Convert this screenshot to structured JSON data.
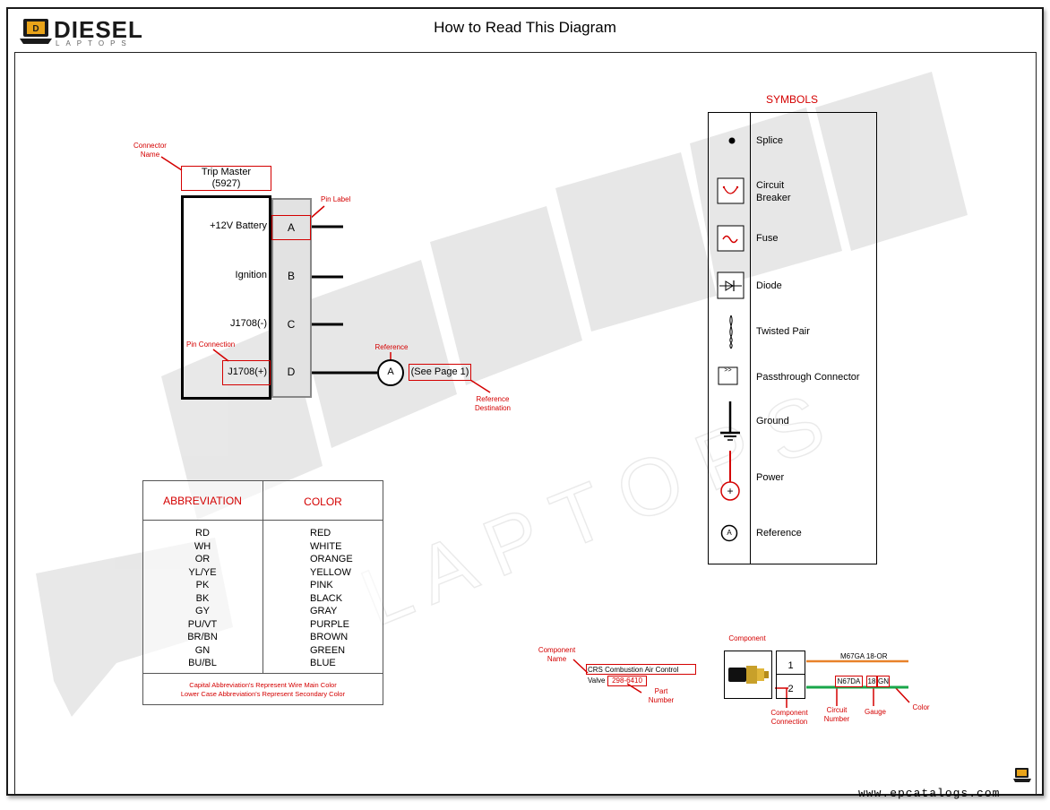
{
  "header": {
    "logo_word": "DIESEL",
    "logo_sub": "LAPTOPS",
    "title": "How to Read This Diagram"
  },
  "connector": {
    "name_label": "Connector\nName",
    "name_line1": "Trip Master",
    "name_line2": "(5927)",
    "pin_label_callout": "Pin Label",
    "pin_connection_callout": "Pin Connection",
    "pins": [
      {
        "label": "+12V Battery",
        "pin": "A"
      },
      {
        "label": "Ignition",
        "pin": "B"
      },
      {
        "label": "J1708(-)",
        "pin": "C"
      },
      {
        "label": "J1708(+)",
        "pin": "D"
      }
    ],
    "reference_callout": "Reference",
    "reference_letter": "A",
    "reference_target": "(See Page 1)",
    "reference_destination_callout": "Reference\nDestination"
  },
  "symbols": {
    "title": "SYMBOLS",
    "items": [
      {
        "icon": "splice-icon",
        "label": "Splice"
      },
      {
        "icon": "circuit-breaker-icon",
        "label": "Circuit\nBreaker"
      },
      {
        "icon": "fuse-icon",
        "label": "Fuse"
      },
      {
        "icon": "diode-icon",
        "label": "Diode"
      },
      {
        "icon": "twisted-pair-icon",
        "label": "Twisted Pair"
      },
      {
        "icon": "passthrough-connector-icon",
        "label": "Passthrough Connector",
        "glyph": ">>"
      },
      {
        "icon": "ground-icon",
        "label": "Ground"
      },
      {
        "icon": "power-icon",
        "label": "Power",
        "glyph": "+"
      },
      {
        "icon": "reference-icon",
        "label": "Reference",
        "glyph": "A"
      }
    ]
  },
  "color_table": {
    "header_abbr": "ABBREVIATION",
    "header_color": "COLOR",
    "abbreviations": "RD\nWH\nOR\nYL/YE\nPK\nBK\nGY\nPU/VT\nBR/BN\nGN\nBU/BL",
    "colors": "RED\nWHITE\nORANGE\nYELLOW\nPINK\nBLACK\nGRAY\nPURPLE\nBROWN\nGREEN\nBLUE",
    "footnote": "Capital Abbreviation's Represent Wire Main Color\nLower Case Abbreviation's Represent Secondary Color"
  },
  "component_example": {
    "component_name_callout": "Component\nName",
    "component_name_line1": "CRS Combustion Air Control",
    "component_name_line2a": "Valve",
    "part_number": "298-6410",
    "part_number_callout": "Part\nNumber",
    "component_callout": "Component",
    "pin1": "1",
    "pin2": "2",
    "wire1_label": "M67GA 18-OR",
    "circuit_number": "N67DA",
    "gauge": "18",
    "color": "GN",
    "component_connection_callout": "Component\nConnection",
    "circuit_number_callout": "Circuit\nNumber",
    "gauge_callout": "Gauge",
    "color_callout": "Color",
    "wire_colors": {
      "orange": "#e8822a",
      "green": "#19a64a"
    }
  },
  "footer": {
    "website": "www.epcatalogs.com"
  },
  "accent_red": "#d40000"
}
